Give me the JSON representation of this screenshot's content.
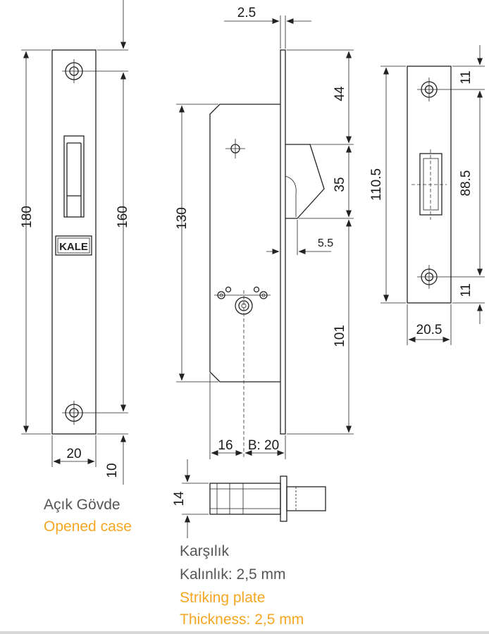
{
  "dimensions": {
    "front_height": "180",
    "front_hole_spacing": "160",
    "front_width": "20",
    "front_offset": "10",
    "plate_thickness": "2.5",
    "latch_top": "44",
    "latch_height": "35",
    "case_height": "130",
    "latch_projection": "5.5",
    "spindle_to_bottom": "101",
    "case_depth": "16",
    "backset": "B: 20",
    "strike_height": "110.5",
    "strike_inner": "88.5",
    "strike_top": "11",
    "strike_bottom": "11",
    "strike_width": "20.5",
    "side_thickness": "14"
  },
  "logo": "KALE",
  "labels": {
    "opened_case_tr": "Açık Gövde",
    "opened_case_en": "Opened case",
    "strike_tr": "Karşılık",
    "thickness_tr": "Kalınlık: 2,5 mm",
    "strike_en": "Striking plate",
    "thickness_en": "Thickness: 2,5 mm"
  },
  "colors": {
    "line": "#222222",
    "text_gray": "#555555",
    "text_orange": "#f5a623"
  }
}
